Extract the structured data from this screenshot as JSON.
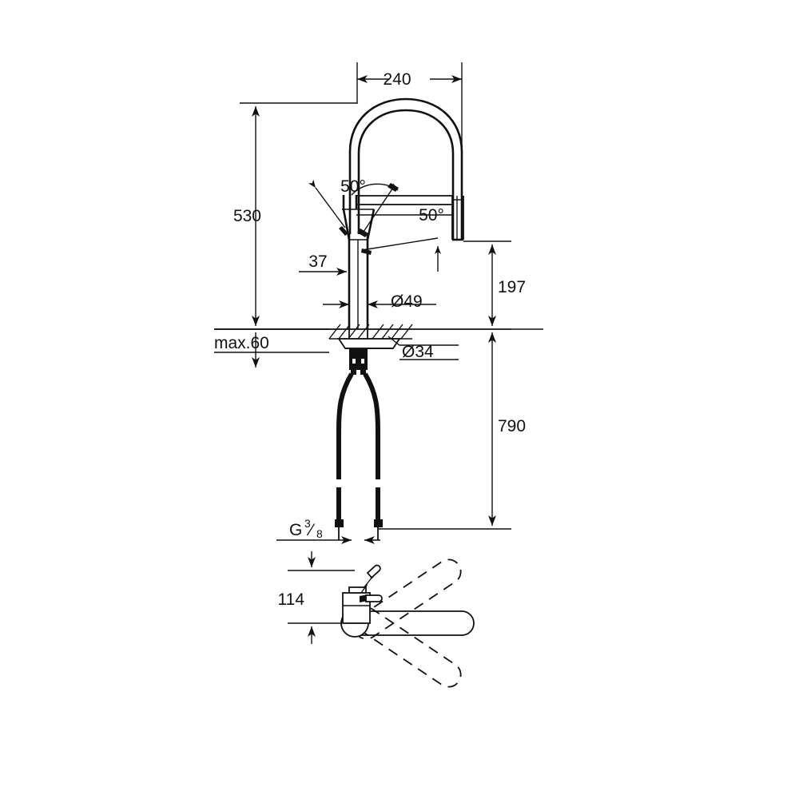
{
  "document": {
    "type": "technical-dimension-drawing",
    "subject": "single-lever kitchen sink mixer with pull-out spray and C-shaped swivel spout",
    "units": "mm",
    "background_color": "#ffffff",
    "line_color": "#111111"
  },
  "views": {
    "elevation": {
      "name": "front elevation",
      "label": ""
    },
    "plan": {
      "name": "top plan view swivel range",
      "label": ""
    }
  },
  "dimensions": {
    "spout_reach": {
      "value": "240",
      "orientation": "horizontal",
      "view": "elevation"
    },
    "overall_height": {
      "value": "530",
      "orientation": "vertical",
      "view": "elevation"
    },
    "lever_angle_left": {
      "value": "50°",
      "orientation": "angular",
      "view": "elevation"
    },
    "lever_angle_right": {
      "value": "50°",
      "orientation": "angular",
      "view": "elevation"
    },
    "lever_offset": {
      "value": "37",
      "orientation": "horizontal",
      "view": "elevation"
    },
    "body_diameter": {
      "value": "Ø49",
      "orientation": "horizontal",
      "view": "elevation"
    },
    "shank_diameter": {
      "value": "Ø34",
      "orientation": "leader",
      "view": "elevation"
    },
    "max_deck_thickness": {
      "value": "max.60",
      "orientation": "vertical",
      "view": "elevation"
    },
    "spout_outlet_height": {
      "value": "197",
      "orientation": "vertical",
      "view": "elevation"
    },
    "total_with_hoses": {
      "value": "790",
      "orientation": "vertical",
      "view": "elevation"
    },
    "supply_thread": {
      "value": "G",
      "numerator": "3",
      "slash": "⁄",
      "denominator": "8",
      "orientation": "horizontal",
      "view": "elevation"
    },
    "swivel_depth": {
      "value": "114",
      "orientation": "vertical",
      "view": "plan"
    }
  },
  "annotations": {
    "degree_symbol": "°",
    "diameter_symbol": "Ø"
  }
}
